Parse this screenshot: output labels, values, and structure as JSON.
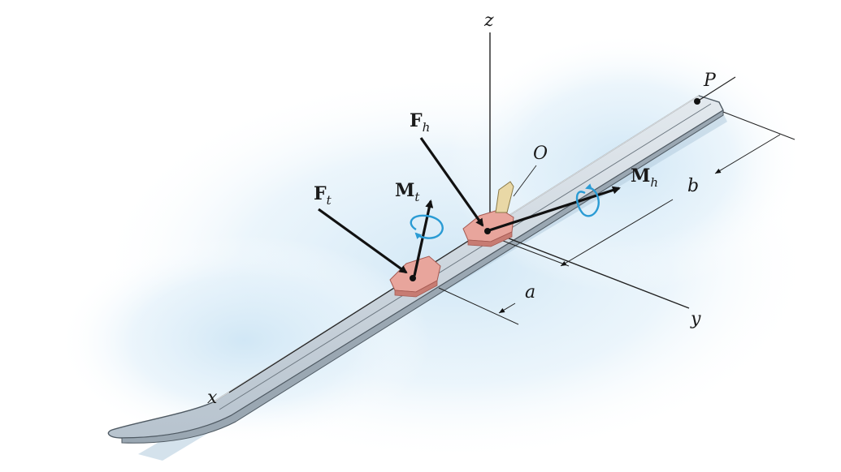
{
  "labels": {
    "z": "z",
    "P": "P",
    "O": "O",
    "x": "x",
    "y": "y",
    "a": "a",
    "b": "b",
    "F_t_main": "F",
    "F_t_sub": "t",
    "M_t_main": "M",
    "M_t_sub": "t",
    "F_h_main": "F",
    "F_h_sub": "h",
    "M_h_main": "M",
    "M_h_sub": "h"
  },
  "colors": {
    "ski_fill": "#c9d4de",
    "ski_edge": "#5b6670",
    "binding": "#e8a59c",
    "rotation_arrow": "#2a9bd4",
    "background_glow": "#d7ebf7"
  }
}
